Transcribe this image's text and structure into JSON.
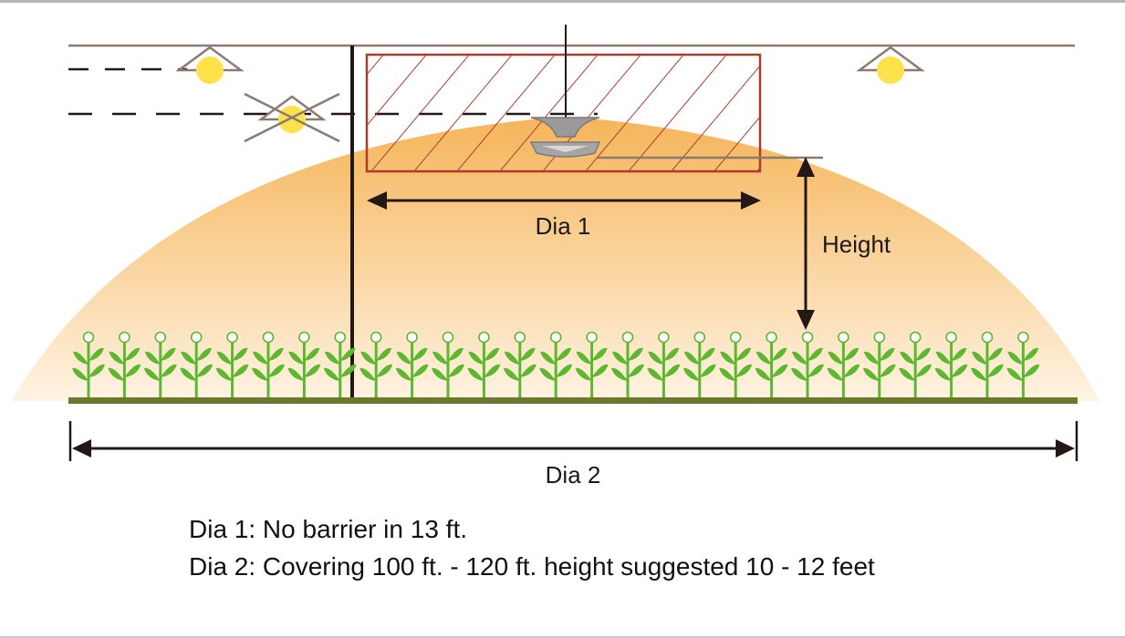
{
  "diagram": {
    "labels": {
      "dia1": "Dia 1",
      "dia2": "Dia 2",
      "height": "Height"
    },
    "notes": [
      "Dia 1: No barrier in 13 ft.",
      "Dia 2: Covering 100 ft. - 120 ft. height suggested 10 - 12 feet"
    ],
    "icons": {
      "lamp": "ceiling-lamp-icon",
      "disabled_lamp": "crossed-out-lamp-icon",
      "fan": "ceiling-fan-icon",
      "plant": "seedling-icon"
    },
    "plant_count": 27,
    "colors": {
      "coverage_glow": "#f5b85a",
      "barrier_box": "#b03a2e",
      "plant_green": "#5cb82f",
      "ground": "#6b7a2a",
      "lamp_light": "#ffe14a",
      "line_dark": "#231815",
      "ceiling_line": "#8a7a72"
    }
  }
}
